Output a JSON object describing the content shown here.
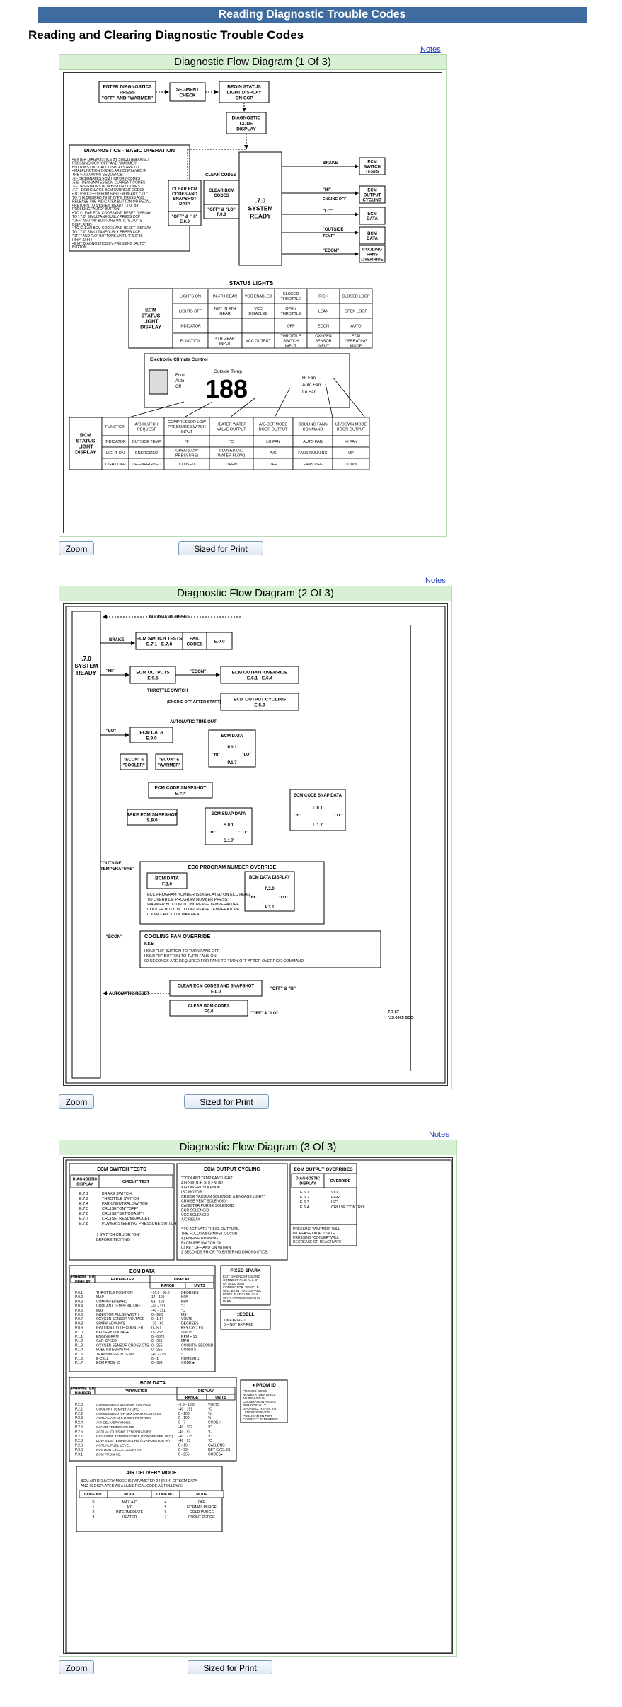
{
  "header": {
    "banner": "Reading Diagnostic Trouble Codes",
    "heading": "Reading and Clearing Diagnostic Trouble Codes"
  },
  "panels": [
    {
      "notes": "Notes",
      "title": "Diagnostic Flow Diagram (1 Of 3)",
      "zoom": "Zoom",
      "print": "Sized for Print"
    },
    {
      "notes": "Notes",
      "title": "Diagnostic Flow Diagram (2 Of 3)",
      "zoom": "Zoom",
      "print": "Sized for Print"
    },
    {
      "notes": "Notes",
      "title": "Diagnostic Flow Diagram (3 Of 3)",
      "zoom": "Zoom",
      "print": "Sized for Print"
    }
  ],
  "d1": {
    "enter": [
      "ENTER DIAGNOSTICS",
      "PRESS",
      "\"OFF\" AND \"WARMER\""
    ],
    "segment": [
      "SEGMENT",
      "CHECK"
    ],
    "begin": [
      "BEGIN STATUS",
      "LIGHT DISPLAY",
      "ON CCP"
    ],
    "code_display": [
      "DIAGNOSTIC",
      "CODE",
      "DISPLAY"
    ],
    "basic_title": "DIAGNOSTICS - BASIC OPERATION",
    "basic_lines": [
      "• ENTER DIAGNOSTICS BY SIMULTANEOUSLY",
      "  PRESSING CCP \"OFF\" AND \"WARMER\"",
      "  BUTTONS UNTIL ALL DISPLAYS ARE LIT.",
      "• MALFUNCTION CODES ARE DISPLAYED IN",
      "  THE FOLLOWING SEQUENCE:",
      "  .E - DESIGNATES ECM HISTORY CODES",
      "  .E.E - DESIGNATES ECM CURRENT CODES",
      "  .F - DESIGNATES BCM HISTORY CODES",
      "  .F.F - DESIGNATES BCM CURRENT CODES",
      "• TO PROCEED FROM SYSTEM READY, \".7.0\"",
      "  TO THE DESIRED TEST TYPE, PRESS AND",
      "  RELEASE THE INDICATED BUTTON OR PEDAL.",
      "• RETURN TO SYSTEM READY \".7.0\" BY",
      "  PRESSING \"AUTO\" BUTTON",
      "• TO CLEAR ECM CODES AND RESET DISPLAY",
      "  TO \".7.0\" SIMULTANEOUSLY PRESS CCP",
      "  \"OFF\" AND \"HI\" BUTTONS UNTIL \"E.0.0\" IS",
      "  DISPLAYED",
      "• TO CLEAR BCM CODES AND RESET DISPLAY",
      "  TO \".7.0\" SIMULTANEOUSLY PRESS CCP",
      "  \"OFF\" AND \"LO\" BUTTONS UNTIL \"F.0.0\" IS",
      "  DISPLAYED",
      "• EXIT DIAGNOSTICS BY PRESSING \"AUTO\"",
      "  BUTTON"
    ],
    "clear_codes": "CLEAR CODES",
    "clear_ecm": [
      "CLEAR ECM",
      "CODES AND",
      "SNAPSHOT",
      "DATA"
    ],
    "clear_ecm_keys": [
      "\"OFF\" & \"HI\"",
      "E.0.0"
    ],
    "clear_bcm": [
      "CLEAR BCM",
      "CODES"
    ],
    "clear_bcm_keys": [
      "\"OFF\" & \"LO\"",
      "F.0.0"
    ],
    "ready": [
      ".7.0",
      "SYSTEM",
      "READY"
    ],
    "branches": [
      "BRAKE",
      "\"HI\"",
      "ENGINE OFF",
      "\"LO\"",
      "\"OUTSIDE",
      "TEMP\"",
      "\"ECON\""
    ],
    "targets": [
      [
        "ECM",
        "SWITCH",
        "TESTS"
      ],
      [
        "ECM",
        "OUTPUT",
        "CYCLING"
      ],
      [
        "ECM",
        "DATA"
      ],
      [
        "BCM",
        "DATA"
      ],
      [
        "COOLING",
        "FANS",
        "OVERRIDE"
      ]
    ],
    "status_title": "STATUS LIGHTS",
    "ecm_label": [
      "ECM",
      "STATUS",
      "LIGHT",
      "DISPLAY"
    ],
    "ecm_rows": [
      [
        "LIGHTS ON",
        "IN 4TH GEAR",
        "VCC ENABLED",
        "CLOSED THROTTLE",
        "RICH",
        "CLOSED LOOP"
      ],
      [
        "LIGHTS OFF",
        "NOT IN 4TH GEAR",
        "VCC DISABLED",
        "OPEN THROTTLE",
        "LEAN",
        "OPEN LOOP"
      ],
      [
        "INDICATOR",
        "",
        "",
        "OFF",
        "ECON",
        "AUTO"
      ],
      [
        "FUNCTION",
        "4TH GEAR INPUT",
        "VCC OUTPUT",
        "THROTTLE SWITCH INPUT",
        "OXYGEN SENSOR INPUT",
        "ECM OPERATING MODE"
      ]
    ],
    "ecc_title": "Electronic Climate Control",
    "ecc_labels": [
      "Econ",
      "Auto",
      "Off",
      "Outside Temp",
      "Hi Fan",
      "Auto Fan",
      "Lo Fan"
    ],
    "ecc_digits": "188",
    "bcm_label": [
      "BCM",
      "STATUS",
      "LIGHT",
      "DISPLAY"
    ],
    "bcm_rows": [
      [
        "FUNCTION",
        "A/C CLUTCH REQUEST",
        "COMPRESSOR LOW PRESSURE SWITCH INPUT",
        "HEATER WATER VALVE OUTPUT",
        "A/C-DEF MODE DOOR OUTPUT",
        "COOLING FANS COMMAND",
        "UP/DOWN MODE DOOR OUTPUT"
      ],
      [
        "INDICATOR",
        "OUTSIDE TEMP",
        "°F",
        "°C",
        "LO FAN",
        "AUTO FAN",
        "HI FAN"
      ],
      [
        "LIGHT ON",
        "ENERGIZED",
        "OPEN (LOW PRESSURE)",
        "CLOSED (NO WATER FLOW)",
        "A/C",
        "FANS RUNNING",
        "UP"
      ],
      [
        "LIGHT OFF",
        "DE-ENERGIZED",
        "CLOSED",
        "OPEN",
        "DEF",
        "FANS OFF",
        "DOWN"
      ]
    ]
  },
  "d2": {
    "auto_reset": "AUTOMATIC RESET",
    "ready": [
      ".7.0",
      "SYSTEM",
      "READY"
    ],
    "brake": "BRAKE",
    "hi": "\"HI\"",
    "lo": "\"LO\"",
    "econ_q": "\"ECON\"",
    "outside": [
      "\"OUTSIDE",
      "TEMPERATURE\""
    ],
    "switch_tests": [
      "ECM SWITCH TESTS",
      "E.7.1 - E.7.8"
    ],
    "fail_codes": [
      "FAIL",
      "CODES"
    ],
    "e00": "E.0.0",
    "ecm_outputs": [
      "ECM OUTPUTS",
      "E.9.5"
    ],
    "econ": "\"ECON\"",
    "output_override": [
      "ECM OUTPUT OVERRIDE",
      "E.6.1 - E.6.4"
    ],
    "throttle_switch": "THROTTLE SWITCH",
    "engine_off": "(ENGINE OFF AFTER START)",
    "output_cycling": [
      "ECM OUTPUT CYCLING",
      "E.5.0"
    ],
    "auto_timeout": "AUTOMATIC TIME OUT",
    "ecm_data": [
      "ECM DATA",
      "E.9.0"
    ],
    "ecm_data_box": [
      "ECM DATA",
      "P.0.1",
      "P.1.7",
      "\"HI\"",
      "\"LO\""
    ],
    "econ_cooler": [
      "\"ECON\" &",
      "\"COOLER\""
    ],
    "econ_warmer": [
      "\"ECON\" &",
      "\"WARMER\""
    ],
    "snapshot": [
      "ECM CODE SNAPSHOT",
      "E.#.#"
    ],
    "take_snapshot": [
      "TAKE ECM SNAPSHOT",
      "S.9.0"
    ],
    "snap_data": [
      "ECM SNAP DATA",
      "S.0.1",
      "S.1.7",
      "\"HI\"",
      "\"LO\""
    ],
    "code_snap": [
      "ECM CODE SNAP DATA",
      "L.0.1",
      "L.1.7",
      "\"HI\"",
      "\"LO\""
    ],
    "ecc_override": "ECC PROGRAM NUMBER OVERRIDE",
    "bcm_data_f80": [
      "BCM DATA",
      "F.8.0"
    ],
    "bcm_display": [
      "BCM DATA DISPLAY",
      "P.2.0",
      "P.3.1",
      "\"HI\"",
      "\"LO\""
    ],
    "ecc_text": [
      "ECC PROGRAM NUMBER IS DISPLAYED ON ECC HEAD.",
      "TO OVERRIDE PROGRAM NUMBER PRESS:",
      "  WARMER BUTTON TO INCREASE TEMPERATURE.",
      "  COOLER BUTTON TO DECREASE TEMPERATURE.",
      "  0 = MAX A/C  100 = MAX HEAT"
    ],
    "fan_override": [
      "COOLING FAN OVERRIDE",
      "F.8.5"
    ],
    "fan_text": [
      "HOLD \"LO\" BUTTON TO TURN FANS OFF",
      "HOLD \"HI\" BUTTON TO TURN FANS ON",
      "90 SECONDS ARE REQUIRED FOR FANS TO TURN OFF AFTER OVERRIDE COMMAND"
    ],
    "clear_ecm": [
      "CLEAR ECM CODES AND SNAPSHOT",
      "E.0.0"
    ],
    "clear_bcm": [
      "CLEAR BCM CODES",
      "F.0.0"
    ],
    "off_hi": "\"OFF\" & \"HI\"",
    "off_lo": "\"OFF\" & \"LO\"",
    "date": [
      "7-7-87",
      "*JS 0005 BCO"
    ]
  },
  "d3": {
    "switch_title": "ECM SWITCH TESTS",
    "switch_cols": [
      "DIAGNOSTIC DISPLAY",
      "CIRCUIT TEST"
    ],
    "switch_rows": [
      [
        "E.7.1",
        "BRAKE SWITCH"
      ],
      [
        "E.7.2",
        "THROTTLE SWITCH"
      ],
      [
        "E.7.4",
        "PARK/NEUTRAL SWITCH"
      ],
      [
        "E.7.5",
        "CRUISE \"ON\" \"OFF\""
      ],
      [
        "E.7.6",
        "CRUISE \"SET/COAST\"†"
      ],
      [
        "E.7.7",
        "CRUISE \"RESUME/ACCEL\""
      ],
      [
        "E.7.8",
        "POWER STEERING PRESSURE SWITCH (ENGINE RUNNING)"
      ]
    ],
    "switch_note": [
      "† SWITCH CRUISE \"ON\"",
      "BEFORE TESTING"
    ],
    "cycling_title": "ECM OUTPUT CYCLING",
    "cycling_items": [
      "\"COOLANT TEMP/FAN\" LIGHT",
      "AIR SWITCH SOLENOID",
      "AIR DIVERT SOLENOID",
      "ISC MOTOR",
      "CRUISE VACUUM SOLENOID & ENGAGE LIGHT*",
      "CRUISE VENT SOLENOID*",
      "CANISTER PURGE SOLENOID",
      "EGR SOLENOID",
      "VCC SOLENOID",
      "A/C RELAY"
    ],
    "cycling_note": [
      "* TO ACTIVATE THESE OUTPUTS,",
      "THE FOLLOWING MUST OCCUR:",
      "A) ENGINE RUNNING",
      "B) CRUISE SWITCH ON",
      "C) KEY OFF AND ON WITHIN",
      "2 SECONDS PRIOR TO ENTERING DIAGNOSTICS."
    ],
    "override_title": "ECM OUTPUT OVERRIDES",
    "override_cols": [
      "DIAGNOSTIC DISPLAY",
      "OVERRIDE"
    ],
    "override_rows": [
      [
        "E.6.1",
        "VCC"
      ],
      [
        "E.6.2",
        "EGR"
      ],
      [
        "E.6.3",
        "ISC"
      ],
      [
        "E.6.4",
        "CRUISE CONTROL"
      ]
    ],
    "override_note": [
      "PRESSING \"WARMER\" WILL",
      "INCREASE OR ACTIVATE.",
      "PRESSING \"COOLER\" WILL",
      "DECREASE OR DEACTIVATE"
    ],
    "ecm_data_title": "ECM DATA",
    "ecm_data_cols": [
      "PARAMETER DISPLAY",
      "PARAMETER",
      "DISPLAY",
      "RANGE",
      "UNITS"
    ],
    "ecm_data_rows": [
      [
        "P.0.1",
        "THROTTLE POSITION",
        "-10.0 - 90.0",
        "DEGREES"
      ],
      [
        "P.0.2",
        "MAP",
        "14 - 109",
        "KPA"
      ],
      [
        "P.0.3",
        "COMPUTED BARO",
        "61 - 103",
        "KPA"
      ],
      [
        "P.0.4",
        "COOLANT TEMPERATURE",
        "-40 - 151",
        "°C"
      ],
      [
        "P.0.5",
        "MAT",
        "-40 - 151",
        "°C"
      ],
      [
        "P.0.6",
        "INJECTOR PULSE WIDTH",
        "0 - 99.9",
        "MS"
      ],
      [
        "P.0.7",
        "OXYGEN SENSOR VOLTAGE",
        "0 - 1.14",
        "VOLTS"
      ],
      [
        "P.0.8",
        "SPARK ADVANCE",
        "-30 - 60",
        "DEGREES"
      ],
      [
        "P.0.9",
        "IGNITION CYCLE COUNTER",
        "0 - 50",
        "KEY CYCLES"
      ],
      [
        "P.1.0",
        "BATTERY VOLTAGE",
        "0 - 25.5",
        "VOLTS"
      ],
      [
        "P.1.1",
        "ENGINE RPM",
        "0 - 6370",
        "RPM ÷ 10"
      ],
      [
        "P.1.2",
        "CAR SPEED",
        "0 - 255",
        "MPH"
      ],
      [
        "P.1.3",
        "OXYGEN SENSOR CROSS CTS.",
        "0 - 255",
        "COUNTS/ SECOND"
      ],
      [
        "P.1.4",
        "FUEL INTEGRATOR",
        "0 - 255",
        "COUNTS"
      ],
      [
        "P.1.5",
        "TRANSMISSION TEMP",
        "-40 - 215",
        "°C"
      ],
      [
        "P.1.6",
        "E-CELL",
        "0 - 1",
        "NUMBER ‡"
      ],
      [
        "P.1.7",
        "ECM PROM ID",
        "0 - 999",
        "CODE ●"
      ]
    ],
    "fixed_spark_title": "FIXED SPARK",
    "fixed_spark_text": [
      "EXIT DIAGNOSTICS AND",
      "CONNECT PINS \"A & B\"",
      "OF ALDL TEST",
      "CONNECTOR. VEHICLE",
      "WILL BE IN FIXED SPARK",
      "MODE IF AT CURB IDLE",
      "WITH TRANSMISSION IN",
      "PARK"
    ],
    "ecell_title": "‡ECELL",
    "ecell_text": [
      "1 = EXPIRED",
      "0 = NOT EXPIRED"
    ],
    "bcm_data_title": "BCM DATA",
    "bcm_data_cols": [
      "PARAMETER NUMBER",
      "PARAMETER",
      "DISPLAY",
      "RANGE",
      "UNITS"
    ],
    "bcm_data_rows": [
      [
        "P.2.0",
        "COMMANDED BLOWER VOLTAGE",
        "-3.3 - 18.0",
        "VOLTS"
      ],
      [
        "P.2.1",
        "COOLANT TEMPERATURE",
        "-40 - 151",
        "°C"
      ],
      [
        "P.2.2",
        "COMMANDED AIR MIX DOOR POSITION",
        "0 - 100",
        "%"
      ],
      [
        "P.2.3",
        "ACTUAL AIR MIX DOOR POSITION",
        "0 - 100",
        "%"
      ],
      [
        "P.2.4",
        "AIR DELIVERY MODE",
        "0 - 7",
        "CODE □"
      ],
      [
        "P.2.5",
        "IN-CAR TEMPERATURE",
        "-40 - 102",
        "°C"
      ],
      [
        "P.2.6",
        "ACTUAL OUTSIDE TEMPERATURE",
        "-40 - 93",
        "°C"
      ],
      [
        "P.2.7",
        "HIGH SIDE TEMPERATURE (CONDENSER OUT)",
        "-40 - 215",
        "°C"
      ],
      [
        "P.2.8",
        "LOW SIDE TEMPERATURE (EVAPORATOR IN)",
        "-40 - 93",
        "°C"
      ],
      [
        "P.2.9",
        "ACTUAL FUEL LEVEL",
        "0 - 19",
        "GALLONS"
      ],
      [
        "P.3.0",
        "IGNITION CYCLE COUNTER",
        "0 - 99",
        "KEY CYCLES"
      ],
      [
        "P.3.1",
        "BCM PROM I.D.",
        "0 - 255",
        "CODES●"
      ]
    ],
    "prom_title": "● PROM ID",
    "prom_text": [
      "PROM ID CODE",
      "NUMBER IDENTIFIES",
      "AN INDIVIDUAL",
      "CALIBRATION AND IS",
      "PERIODICALLY",
      "UPDATED. REFER TO",
      "LATEST SERVICE",
      "PUBLICATION FOR",
      "CORRECT ID NUMBER"
    ],
    "air_title": "□ AIR DELIVERY MODE",
    "air_text": [
      "BCM AIR DELIVERY MODE IS PARAMETER 24 (P.2.4) OF BCM DATA",
      "AND IS DISPLAYED AS A NUMERICAL CODE AS FOLLOWS:"
    ],
    "air_cols": [
      "CODE NO.",
      "MODE",
      "CODE NO.",
      "MODE"
    ],
    "air_rows": [
      [
        "0",
        "MAX A/C",
        "4",
        "OFF"
      ],
      [
        "1",
        "A/C",
        "5",
        "NORMAL PURGE"
      ],
      [
        "2",
        "INTERMEDIATE",
        "6",
        "COLD PURGE"
      ],
      [
        "3",
        "HEATER",
        "7",
        "FRONT DEFOG"
      ]
    ]
  }
}
